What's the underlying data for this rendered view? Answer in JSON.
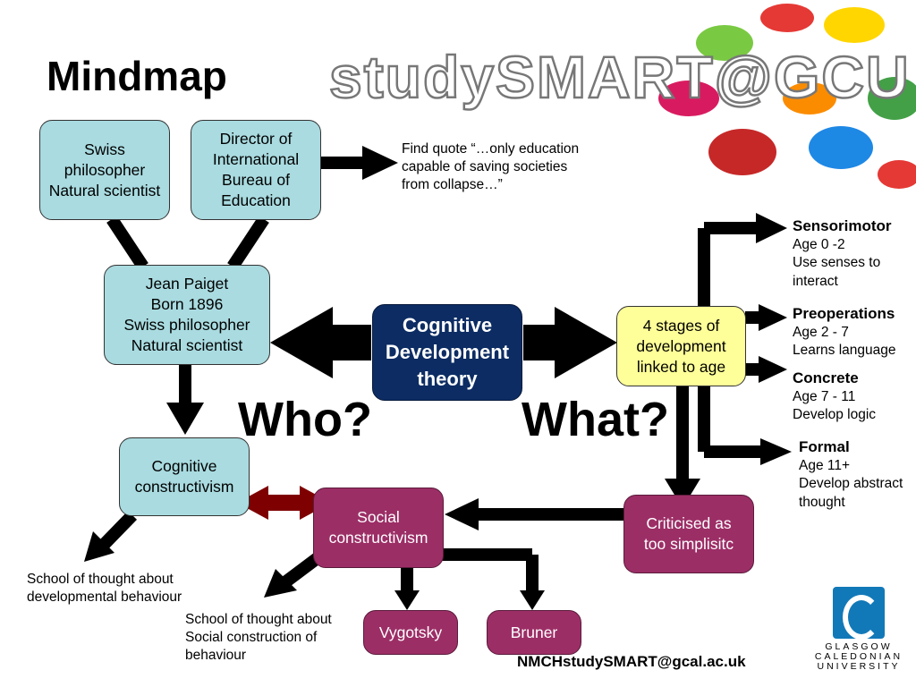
{
  "title": "Mindmap",
  "brand": "studySMART@GCU",
  "boxes": {
    "swiss": "Swiss\nphilosopher\nNatural scientist",
    "director": "Director of\nInternational\nBureau of\nEducation",
    "piaget": "Jean Paiget\nBorn 1896\nSwiss philosopher\nNatural scientist",
    "theory": "Cognitive\nDevelopment\ntheory",
    "stages": "4 stages of\ndevelopment\nlinked to age",
    "cognitive_constructivism": "Cognitive\nconstructivism",
    "social_constructivism": "Social\nconstructivism",
    "criticised": "Criticised as\ntoo simplisitc",
    "vygotsky": "Vygotsky",
    "bruner": "Bruner"
  },
  "notes": {
    "quote": "Find quote “…only education\ncapable of saving societies\nfrom collapse…”",
    "school_dev": "School of thought about\ndevelopmental behaviour",
    "school_social": "School of thought about\nSocial construction of\nbehaviour"
  },
  "stages_list": [
    {
      "name": "Sensorimotor",
      "line1": "Age 0 -2",
      "line2": "Use senses to",
      "line3": "interact"
    },
    {
      "name": "Preoperations",
      "line1": "Age 2 - 7",
      "line2": "Learns language",
      "line3": ""
    },
    {
      "name": "Concrete",
      "line1": "Age 7 - 11",
      "line2": "Develop logic",
      "line3": ""
    },
    {
      "name": "Formal",
      "line1": "Age 11+",
      "line2": "Develop abstract",
      "line3": "thought"
    }
  ],
  "labels": {
    "who": "Who?",
    "what": "What?"
  },
  "email": "NMCHstudySMART@gcal.ac.uk",
  "logo_text": "GLASGOW\nCALEDONIAN\nUNIVERSITY",
  "colors": {
    "teal": "#a9dbe0",
    "pink": "#9c2e66",
    "navy": "#0c2c63",
    "yellow": "#ffff99",
    "dark_red": "#7f0000"
  }
}
